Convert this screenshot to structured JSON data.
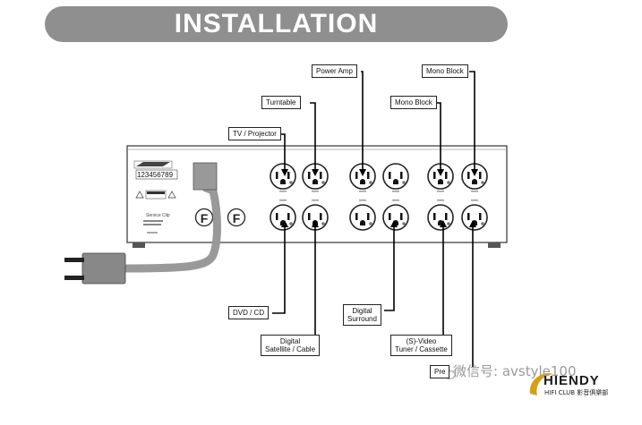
{
  "title": "INSTALLATION",
  "device": {
    "serial": "123456789",
    "panel_text": "Service Clip",
    "fuse_symbol": "F"
  },
  "labels": {
    "power_amp": "Power Amp",
    "mono_block_top": "Mono Block",
    "turntable": "Turntable",
    "mono_block": "Mono Block",
    "tv_projector": "TV / Projector",
    "dvd_cd": "DVD / CD",
    "digital_satellite_line1": "Digital",
    "digital_satellite_line2": "Satellite / Cable",
    "digital_surround_line1": "Digital",
    "digital_surround_line2": "Surround",
    "svideo_line1": "(S)-Video",
    "svideo_line2": "Tuner / Cassette",
    "pre": "Pre"
  },
  "watermark": "微信号: avstyle100",
  "brand": {
    "name": "HIENDY",
    "sub": "HIFI CLUB 影音俱樂部"
  }
}
